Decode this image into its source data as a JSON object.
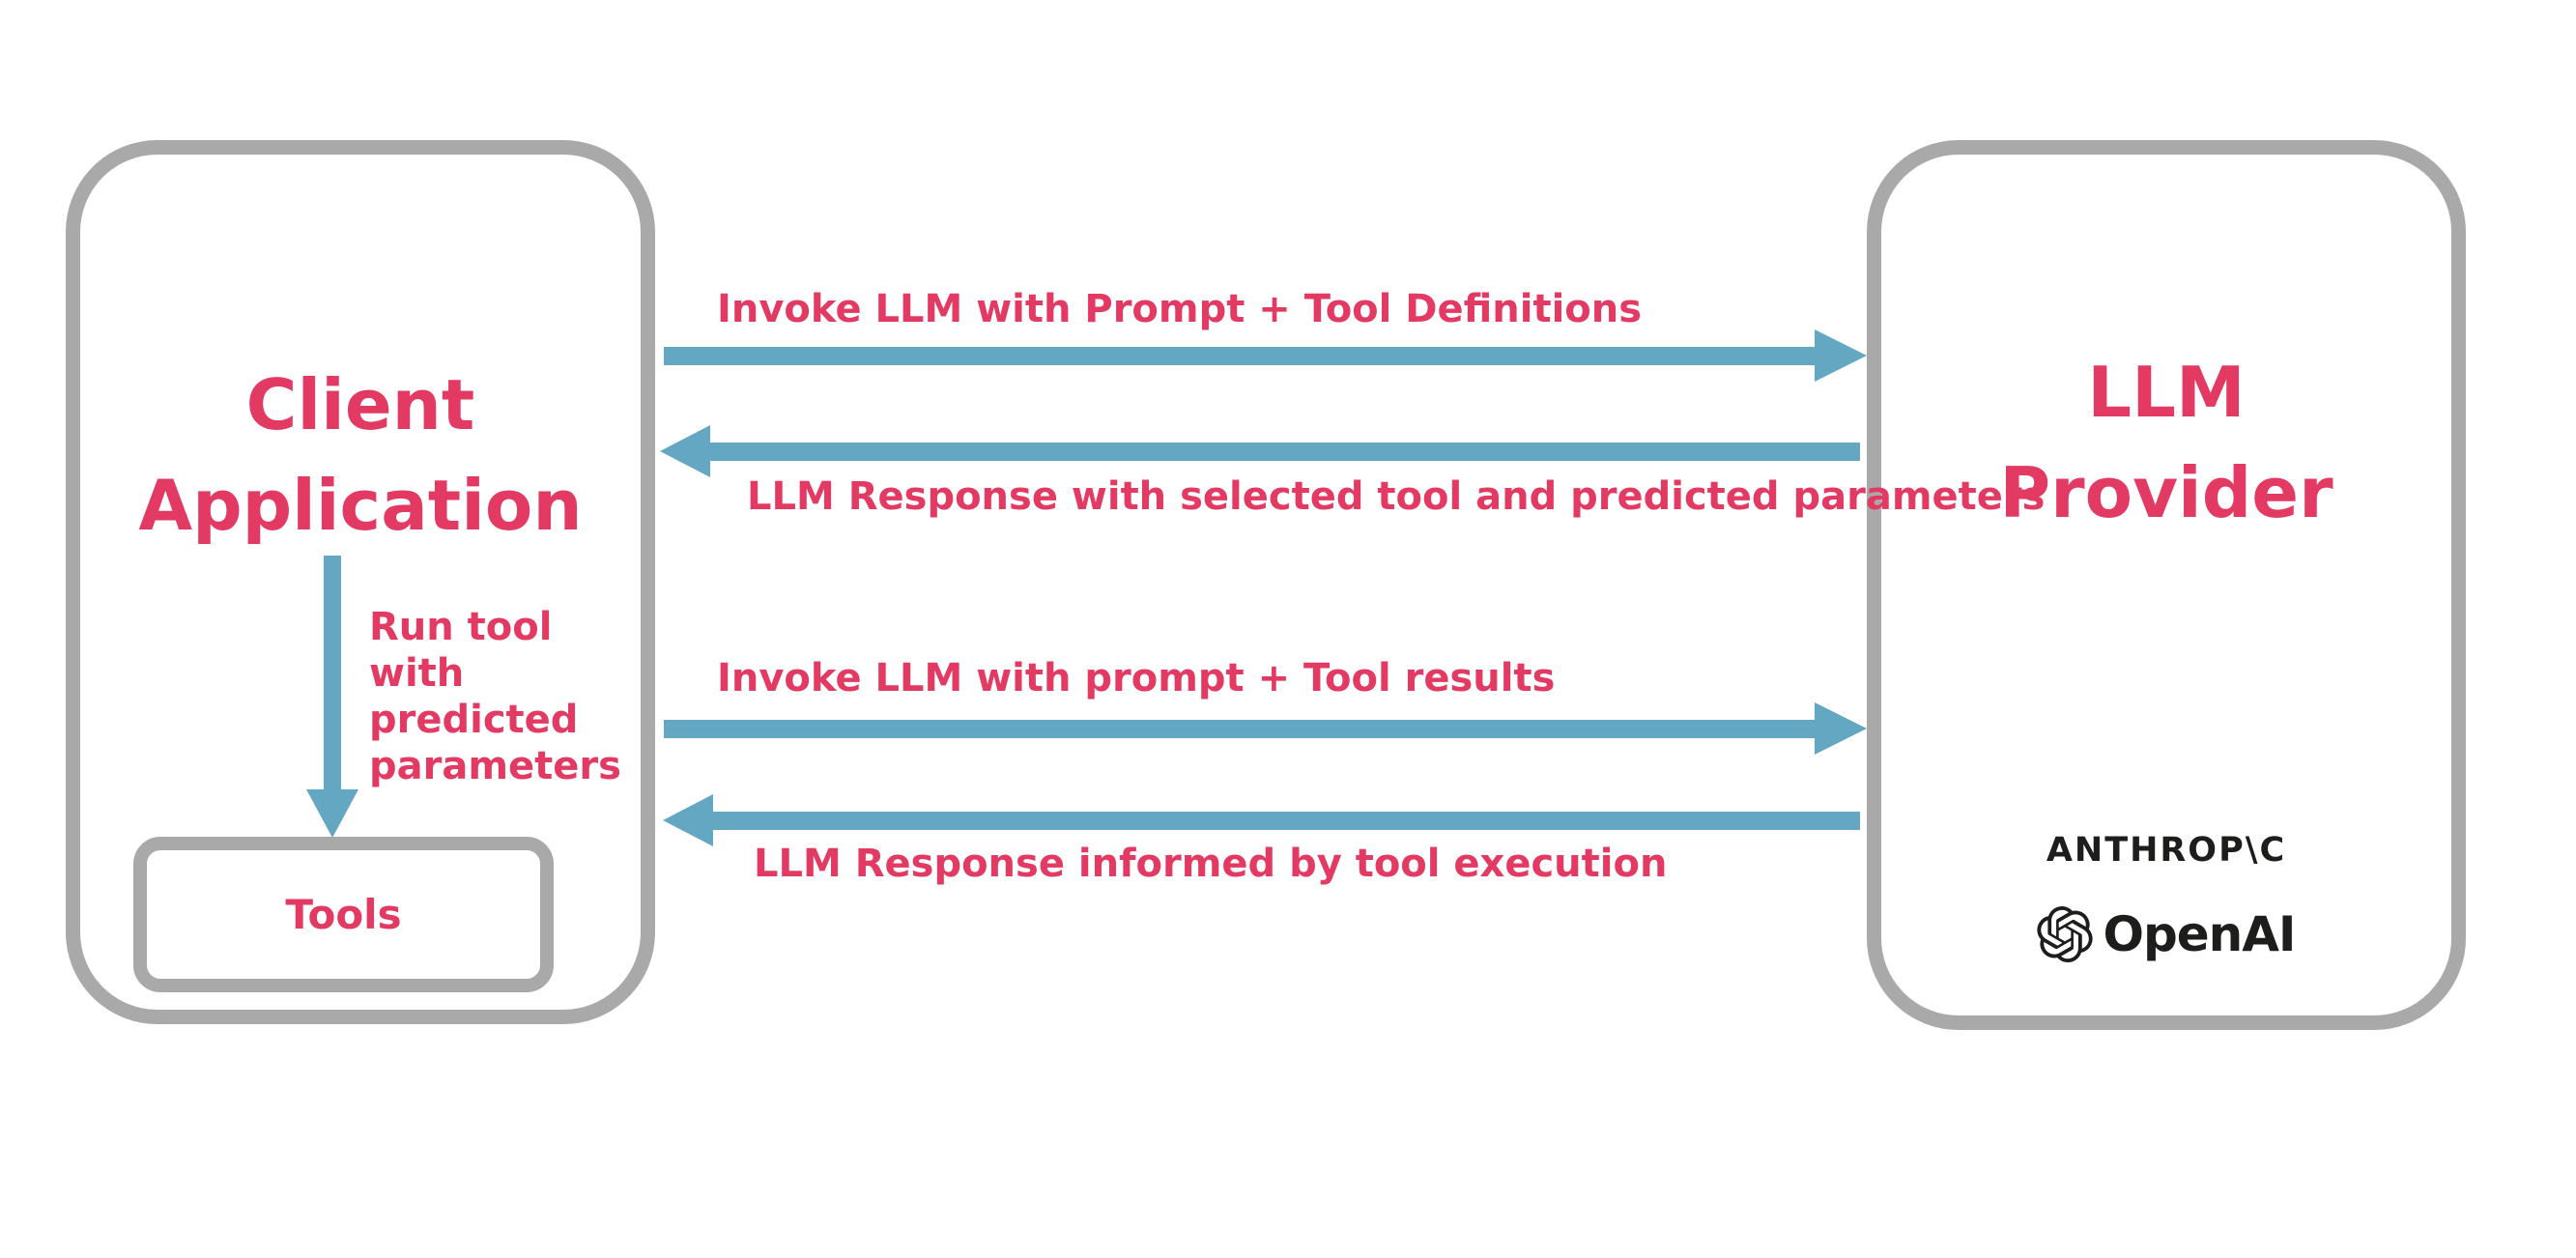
{
  "diagram": {
    "client_box": {
      "title": "Client\nApplication",
      "internal_arrow_label": "Run tool with\npredicted\nparameters",
      "tools_box_label": "Tools"
    },
    "provider_box": {
      "title": "LLM\nProvider",
      "anthropic_logo_text": "ANTHROP\\C",
      "openai_logo_text": "OpenAI"
    },
    "messages": {
      "invoke_with_definitions": "Invoke LLM with Prompt + Tool Definitions",
      "response_with_selection": "LLM Response with selected tool and predicted parameters",
      "invoke_with_results": "Invoke LLM with prompt + Tool results",
      "response_informed": "LLM Response informed by tool execution"
    },
    "colors": {
      "text_pink": "#e23a63",
      "arrow_blue": "#63a7c3",
      "border_gray": "#a9a9a9",
      "logo_black": "#1d1d1b"
    }
  }
}
